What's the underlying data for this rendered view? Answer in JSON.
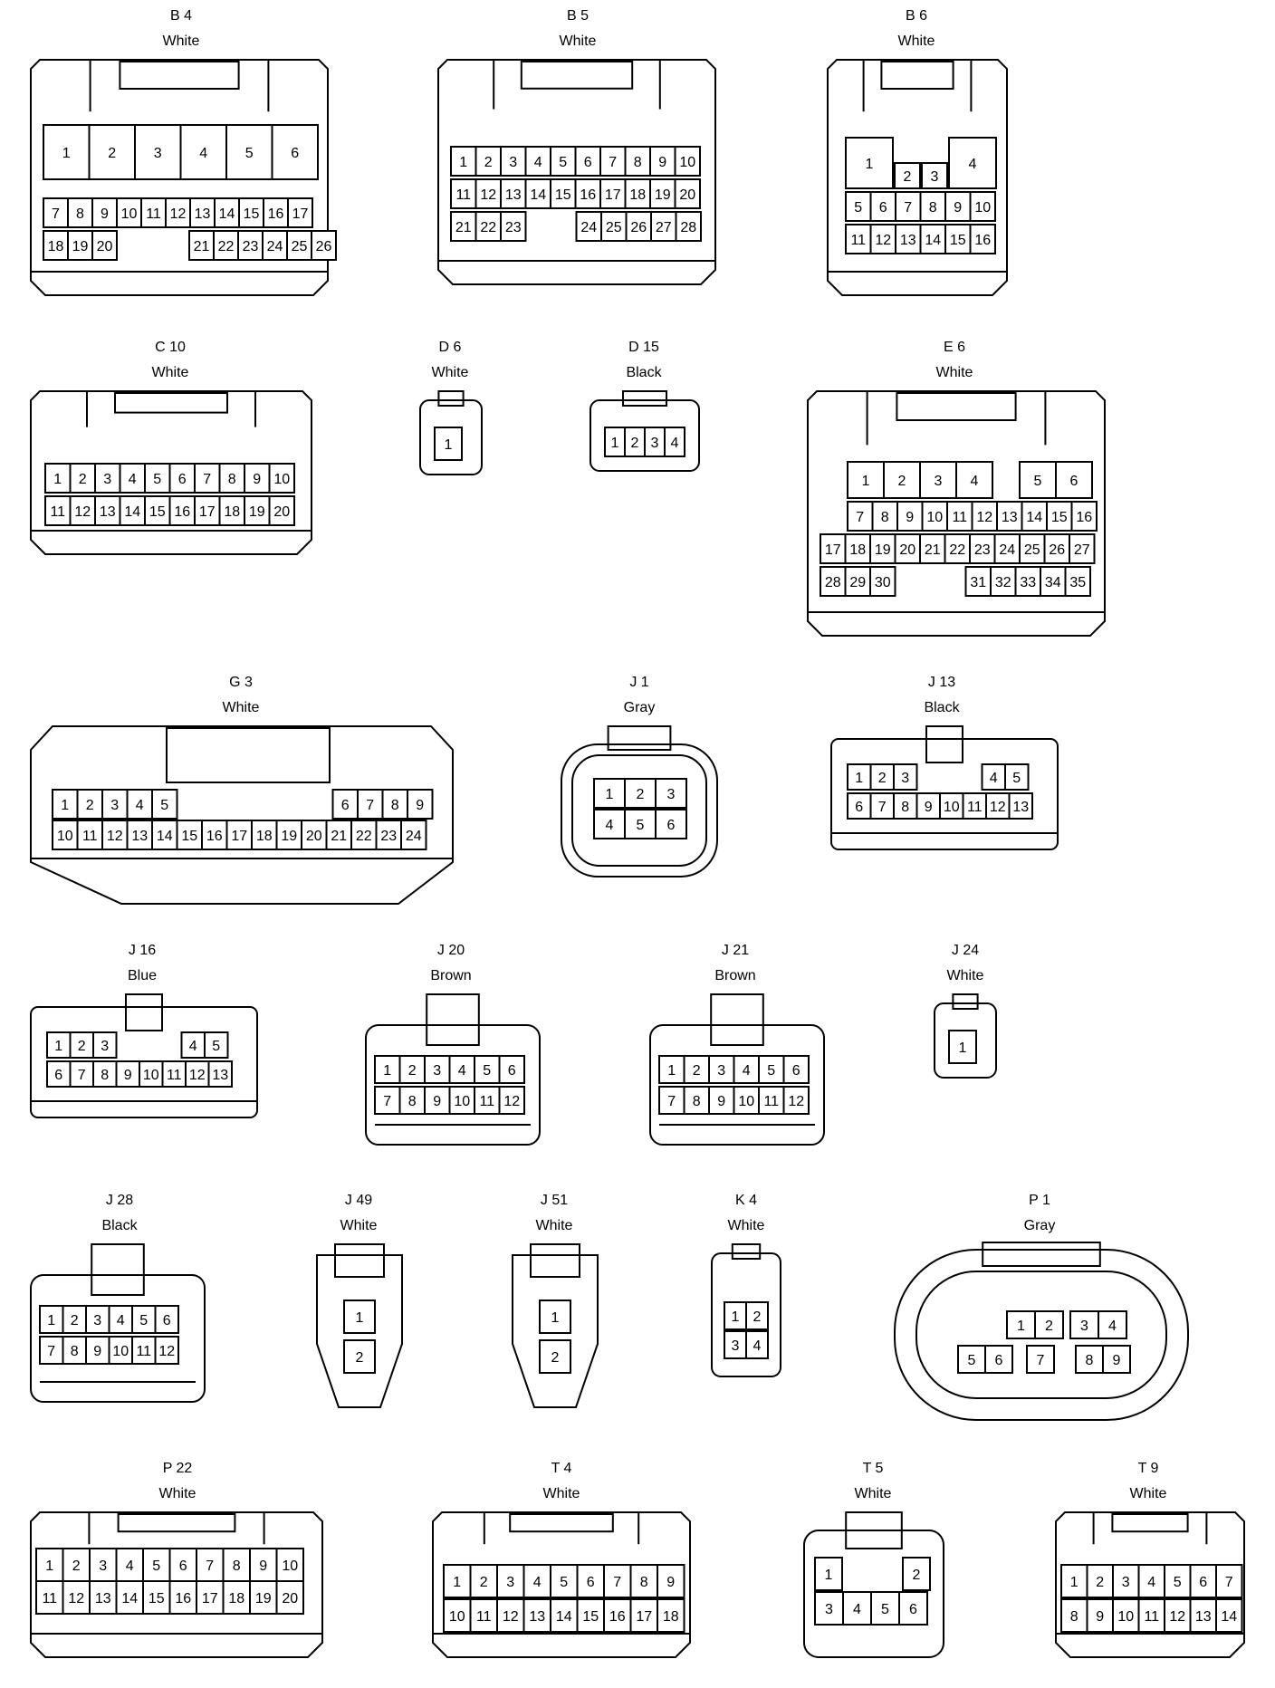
{
  "connectors": [
    {
      "id": "B 4",
      "color": "White",
      "rows": [
        [
          "1",
          "2",
          "3",
          "4",
          "5",
          "6"
        ],
        [
          "7",
          "8",
          "9",
          "10",
          "11",
          "12",
          "13",
          "14",
          "15",
          "16",
          "17"
        ],
        [
          "18",
          "19",
          "20",
          "21",
          "22",
          "23",
          "24",
          "25",
          "26"
        ]
      ]
    },
    {
      "id": "B 5",
      "color": "White",
      "rows": [
        [
          "1",
          "2",
          "3",
          "4",
          "5",
          "6",
          "7",
          "8",
          "9",
          "10"
        ],
        [
          "11",
          "12",
          "13",
          "14",
          "15",
          "16",
          "17",
          "18",
          "19",
          "20"
        ],
        [
          "21",
          "22",
          "23",
          "24",
          "25",
          "26",
          "27",
          "28"
        ]
      ]
    },
    {
      "id": "B 6",
      "color": "White",
      "rows": [
        [
          "1",
          "2",
          "3",
          "4"
        ],
        [
          "5",
          "6",
          "7",
          "8",
          "9",
          "10"
        ],
        [
          "11",
          "12",
          "13",
          "14",
          "15",
          "16"
        ]
      ]
    },
    {
      "id": "C 10",
      "color": "White",
      "rows": [
        [
          "1",
          "2",
          "3",
          "4",
          "5",
          "6",
          "7",
          "8",
          "9",
          "10"
        ],
        [
          "11",
          "12",
          "13",
          "14",
          "15",
          "16",
          "17",
          "18",
          "19",
          "20"
        ]
      ]
    },
    {
      "id": "D 6",
      "color": "White",
      "rows": [
        [
          "1"
        ]
      ]
    },
    {
      "id": "D 15",
      "color": "Black",
      "rows": [
        [
          "1",
          "2",
          "3",
          "4"
        ]
      ]
    },
    {
      "id": "E 6",
      "color": "White",
      "rows": [
        [
          "1",
          "2",
          "3",
          "4",
          "5",
          "6"
        ],
        [
          "7",
          "8",
          "9",
          "10",
          "11",
          "12",
          "13",
          "14",
          "15",
          "16"
        ],
        [
          "17",
          "18",
          "19",
          "20",
          "21",
          "22",
          "23",
          "24",
          "25",
          "26",
          "27"
        ],
        [
          "28",
          "29",
          "30",
          "31",
          "32",
          "33",
          "34",
          "35"
        ]
      ]
    },
    {
      "id": "G 3",
      "color": "White",
      "rows": [
        [
          "1",
          "2",
          "3",
          "4",
          "5",
          "6",
          "7",
          "8",
          "9"
        ],
        [
          "10",
          "11",
          "12",
          "13",
          "14",
          "15",
          "16",
          "17",
          "18",
          "19",
          "20",
          "21",
          "22",
          "23",
          "24"
        ]
      ]
    },
    {
      "id": "J 1",
      "color": "Gray",
      "rows": [
        [
          "1",
          "2",
          "3"
        ],
        [
          "4",
          "5",
          "6"
        ]
      ]
    },
    {
      "id": "J 13",
      "color": "Black",
      "rows": [
        [
          "1",
          "2",
          "3",
          "4",
          "5"
        ],
        [
          "6",
          "7",
          "8",
          "9",
          "10",
          "11",
          "12",
          "13"
        ]
      ]
    },
    {
      "id": "J 16",
      "color": "Blue",
      "rows": [
        [
          "1",
          "2",
          "3",
          "4",
          "5"
        ],
        [
          "6",
          "7",
          "8",
          "9",
          "10",
          "11",
          "12",
          "13"
        ]
      ]
    },
    {
      "id": "J 20",
      "color": "Brown",
      "rows": [
        [
          "1",
          "2",
          "3",
          "4",
          "5",
          "6"
        ],
        [
          "7",
          "8",
          "9",
          "10",
          "11",
          "12"
        ]
      ]
    },
    {
      "id": "J 21",
      "color": "Brown",
      "rows": [
        [
          "1",
          "2",
          "3",
          "4",
          "5",
          "6"
        ],
        [
          "7",
          "8",
          "9",
          "10",
          "11",
          "12"
        ]
      ]
    },
    {
      "id": "J 24",
      "color": "White",
      "rows": [
        [
          "1"
        ]
      ]
    },
    {
      "id": "J 28",
      "color": "Black",
      "rows": [
        [
          "1",
          "2",
          "3",
          "4",
          "5",
          "6"
        ],
        [
          "7",
          "8",
          "9",
          "10",
          "11",
          "12"
        ]
      ]
    },
    {
      "id": "J 49",
      "color": "White",
      "rows": [
        [
          "1"
        ],
        [
          "2"
        ]
      ]
    },
    {
      "id": "J 51",
      "color": "White",
      "rows": [
        [
          "1"
        ],
        [
          "2"
        ]
      ]
    },
    {
      "id": "K 4",
      "color": "White",
      "rows": [
        [
          "1",
          "2"
        ],
        [
          "3",
          "4"
        ]
      ]
    },
    {
      "id": "P 1",
      "color": "Gray",
      "rows": [
        [
          "1",
          "2",
          "3",
          "4"
        ],
        [
          "5",
          "6",
          "7",
          "8",
          "9"
        ]
      ]
    },
    {
      "id": "P 22",
      "color": "White",
      "rows": [
        [
          "1",
          "2",
          "3",
          "4",
          "5",
          "6",
          "7",
          "8",
          "9",
          "10"
        ],
        [
          "11",
          "12",
          "13",
          "14",
          "15",
          "16",
          "17",
          "18",
          "19",
          "20"
        ]
      ]
    },
    {
      "id": "T 4",
      "color": "White",
      "rows": [
        [
          "1",
          "2",
          "3",
          "4",
          "5",
          "6",
          "7",
          "8",
          "9"
        ],
        [
          "10",
          "11",
          "12",
          "13",
          "14",
          "15",
          "16",
          "17",
          "18"
        ]
      ]
    },
    {
      "id": "T 5",
      "color": "White",
      "rows": [
        [
          "1",
          "2"
        ],
        [
          "3",
          "4",
          "5",
          "6"
        ]
      ]
    },
    {
      "id": "T 9",
      "color": "White",
      "rows": [
        [
          "1",
          "2",
          "3",
          "4",
          "5",
          "6",
          "7"
        ],
        [
          "8",
          "9",
          "10",
          "11",
          "12",
          "13",
          "14"
        ]
      ]
    }
  ]
}
